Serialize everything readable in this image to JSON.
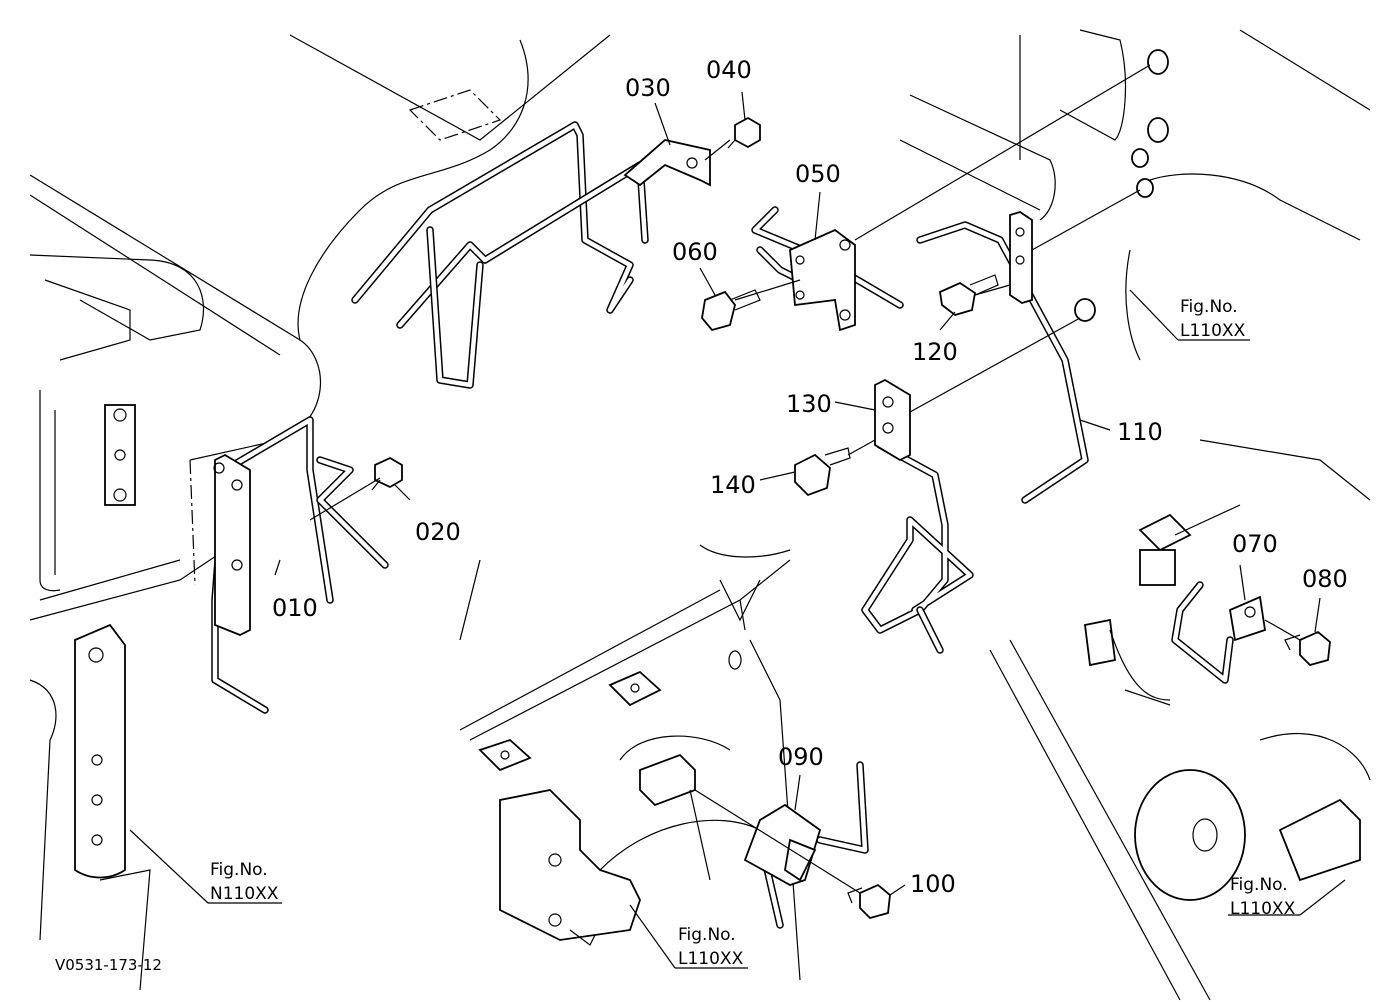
{
  "diagram": {
    "drawing_code": "V0531-173-12",
    "part_labels": {
      "p010": "010",
      "p020": "020",
      "p030": "030",
      "p040": "040",
      "p050": "050",
      "p060": "060",
      "p070": "070",
      "p080": "080",
      "p090": "090",
      "p100": "100",
      "p110": "110",
      "p120": "120",
      "p130": "130",
      "p140": "140"
    },
    "figure_refs": {
      "right_upper": {
        "line1": "Fig.No.",
        "line2": "L110XX"
      },
      "left_lower": {
        "line1": "Fig.No.",
        "line2": "N110XX"
      },
      "center_lower": {
        "line1": "Fig.No.",
        "line2": "L110XX"
      },
      "right_lower": {
        "line1": "Fig.No.",
        "line2": "L110XX"
      }
    }
  }
}
